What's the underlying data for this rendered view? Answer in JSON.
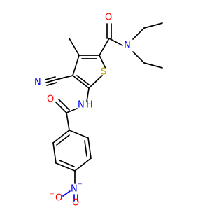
{
  "atoms": {
    "amide_o": "O",
    "amide_n": "N",
    "thiophene_s": "S",
    "nitrile_n": "N",
    "nh_label": "N",
    "nh_h": "H",
    "benzoyl_o": "O",
    "nitro_n": "N",
    "nitro_n_charge": "+",
    "nitro_o_top": "O",
    "nitro_o_minus": "O",
    "nitro_o_minus_charge": "−"
  },
  "colors": {
    "carbon": "#000000",
    "oxygen": "#ff0000",
    "nitrogen": "#0000ff",
    "sulfur": "#b8a000"
  }
}
